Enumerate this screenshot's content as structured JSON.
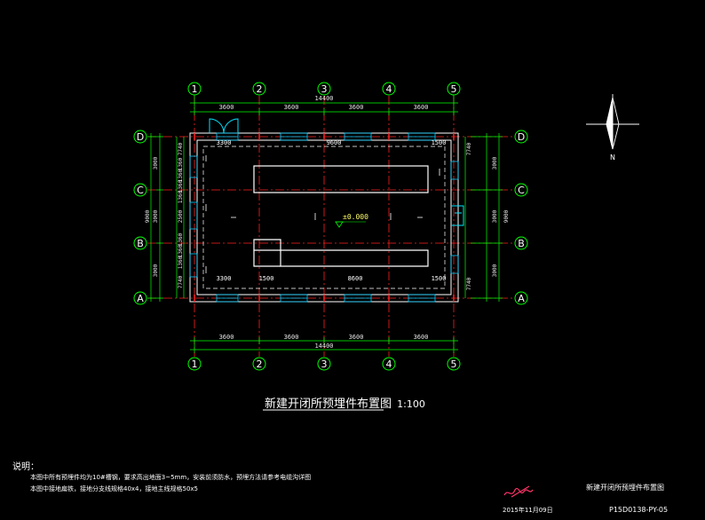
{
  "axes": {
    "columns": [
      "1",
      "2",
      "3",
      "4",
      "5"
    ],
    "rows": [
      "A",
      "B",
      "C",
      "D"
    ]
  },
  "dimensions": {
    "top_spans": [
      "3600",
      "3600",
      "3600",
      "3600"
    ],
    "top_total": "14400",
    "bottom_spans": [
      "3600",
      "3600",
      "3600",
      "3600"
    ],
    "bottom_total": "14400",
    "left_outer": [
      "3000",
      "3000",
      "3000"
    ],
    "left_total": "9000",
    "left_inner_top": [
      "7740",
      "1360",
      "1360",
      "1360",
      "1360"
    ],
    "left_mid": "2500",
    "left_inner_bottom": [
      "1360",
      "1360",
      "1360",
      "7740"
    ],
    "right_outer": [
      "3000",
      "3000",
      "3000"
    ],
    "right_total": "9000",
    "right_inner_top": "7740",
    "right_inner_bottom": "7740",
    "room_top": [
      "3300",
      "9600",
      "1500"
    ],
    "room_bottom": [
      "3300",
      "1500",
      "8600",
      "1500"
    ]
  },
  "level_mark": "±0.000",
  "north_label": "N",
  "drawing_title": "新建开闭所预埋件布置图",
  "drawing_scale": "1:100",
  "notes": {
    "heading": "说明：",
    "line1": "本图中所有预埋件均为10#槽钢，要求高出地面3~5mm，安装前须防水，预埋方法请参考电缆沟详图",
    "line2": "本图中接地扁铁，接地分支线规格40x4，接地主线规格50x5"
  },
  "title_block": {
    "name": "新建开闭所预埋件布置图",
    "drawing_no": "P15D0138-PY-05",
    "date": "2015年11月09日"
  },
  "colors": {
    "grid": "#00ff00",
    "axis_line": "#ff2020",
    "wall": "#ffffff",
    "door": "#00e5ff",
    "window": "#00ccff",
    "channel": "#ffffff",
    "level": "#ffff66",
    "signature": "#ff3366"
  }
}
